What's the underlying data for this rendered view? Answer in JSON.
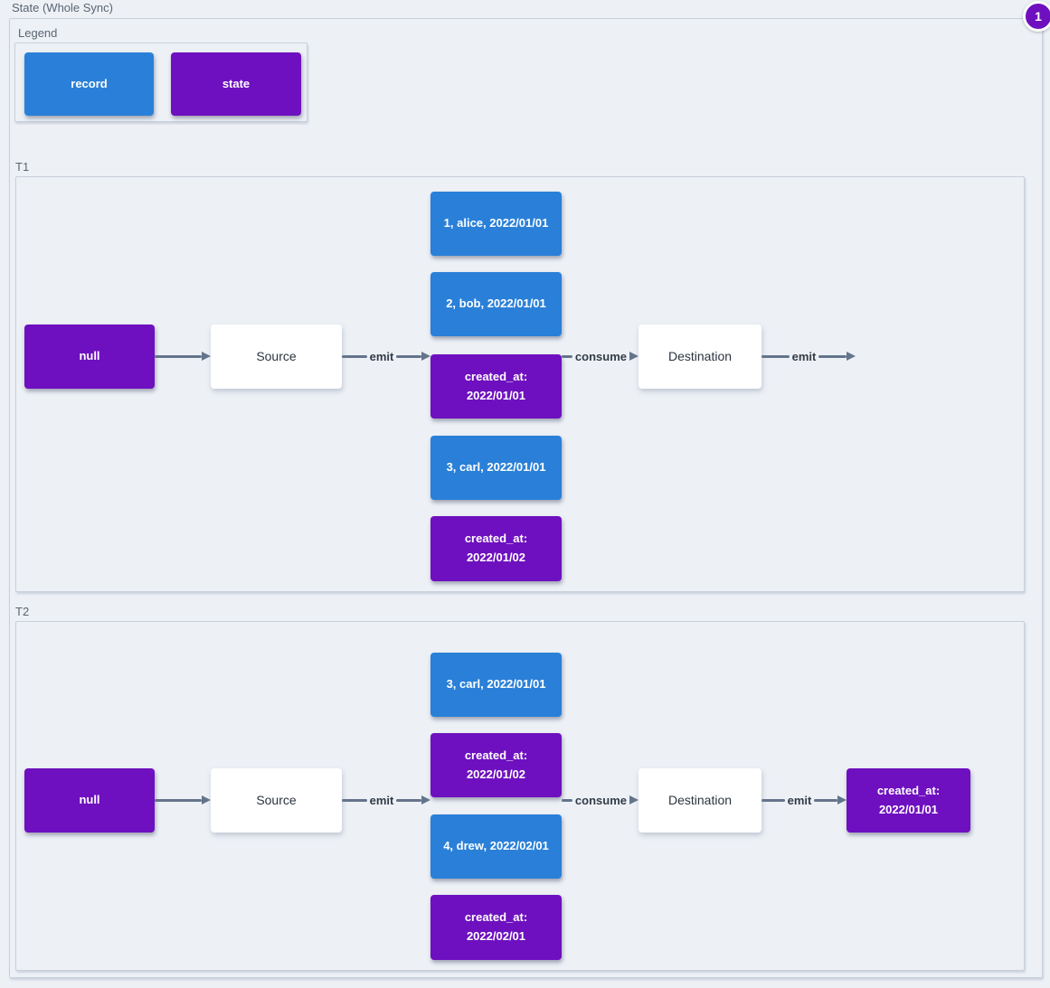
{
  "page": {
    "root_label": "State (Whole Sync)",
    "badge": "1"
  },
  "colors": {
    "record": "#2a80d8",
    "state": "#6e10bf",
    "arrow": "#64748b"
  },
  "legend": {
    "label": "Legend",
    "record": "record",
    "state": "state"
  },
  "t1": {
    "label": "T1",
    "null": "null",
    "source": "Source",
    "emit1": "emit",
    "consume": "consume",
    "destination": "Destination",
    "emit2": "emit",
    "stack": [
      {
        "label": "1, alice, 2022/01/01",
        "type": "record"
      },
      {
        "label": "2, bob, 2022/01/01",
        "type": "record"
      },
      {
        "label": "created_at: 2022/01/01",
        "type": "state"
      },
      {
        "label": "3, carl, 2022/01/01",
        "type": "record"
      },
      {
        "label": "created_at: 2022/01/02",
        "type": "state"
      }
    ]
  },
  "t2": {
    "label": "T2",
    "null": "null",
    "source": "Source",
    "emit1": "emit",
    "consume": "consume",
    "destination": "Destination",
    "emit2": "emit",
    "stack": [
      {
        "label": "3, carl, 2022/01/01",
        "type": "record"
      },
      {
        "label": "created_at: 2022/01/02",
        "type": "state"
      },
      {
        "label": "4, drew, 2022/02/01",
        "type": "record"
      },
      {
        "label": "created_at: 2022/02/01",
        "type": "state"
      }
    ],
    "output": "created_at: 2022/01/01"
  }
}
